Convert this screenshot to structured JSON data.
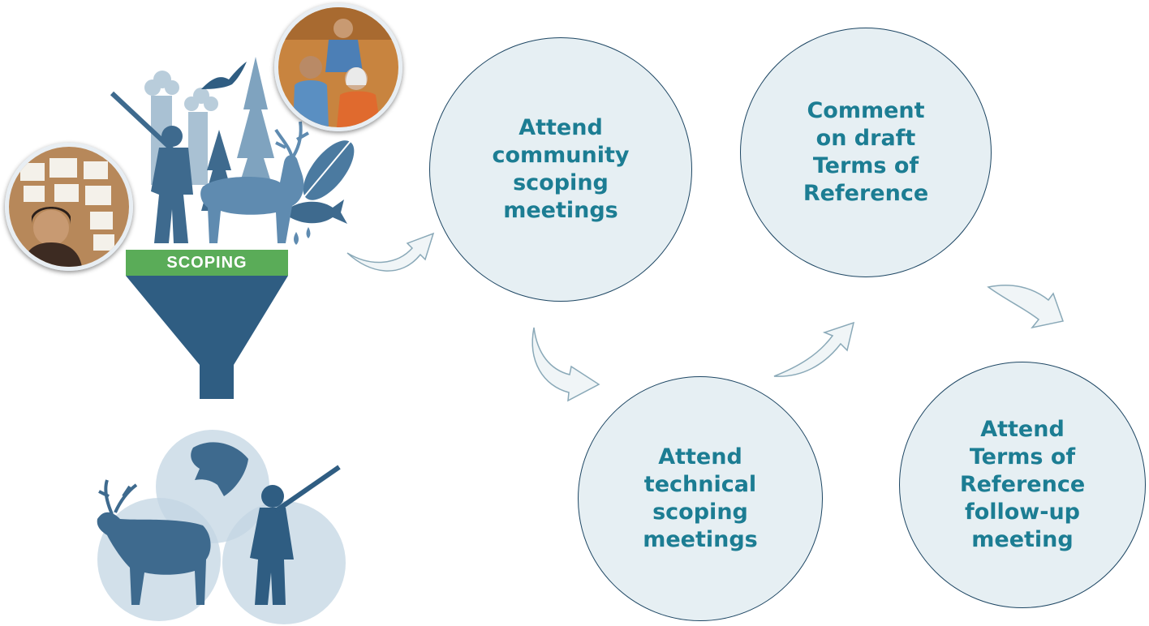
{
  "funnel": {
    "banner_label": "SCOPING"
  },
  "steps": [
    {
      "label": "Attend\ncommunity\nscoping\nmeetings"
    },
    {
      "label": "Attend\ntechnical\nscoping\nmeetings"
    },
    {
      "label": "Comment\non draft\nTerms of\nReference"
    },
    {
      "label": "Attend\nTerms of\nReference\nfollow-up\nmeeting"
    }
  ],
  "colors": {
    "step_fill": "#e6eff3",
    "step_border": "#1d4663",
    "step_text": "#1c7d93",
    "funnel_blue": "#2f5d82",
    "silhouette_blue": "#4b7aa0",
    "light_blue": "#8fb0c9",
    "banner_green": "#5aac58",
    "arrow_fill": "#f0f5f7",
    "arrow_stroke": "#8aa9b8"
  },
  "icons": [
    "hunter-icon",
    "caribou-icon",
    "fish-icon",
    "eagle-icon",
    "tree-icon",
    "feather-icon"
  ]
}
